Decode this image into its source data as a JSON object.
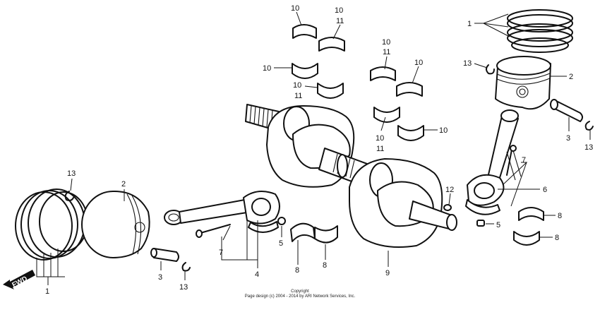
{
  "callouts": {
    "c1_top": "1",
    "c2_top": "2",
    "c3_right": "3",
    "c4": "4",
    "c5_mid": "5",
    "c5_right": "5",
    "c6": "6",
    "c7_left": "7",
    "c7_right": "7",
    "c8_a": "8",
    "c8_b": "8",
    "c8_c": "8",
    "c8_d": "8",
    "c9": "9",
    "c12": "12",
    "c13_top": "13",
    "c13_right": "13",
    "c13_left": "13",
    "c13_bottom": "13",
    "c1_left": "1",
    "c2_left": "2",
    "c3_left": "3",
    "c10_a": "10",
    "c10_b": "10",
    "c11_b": "11",
    "c10_c": "10",
    "c10_d": "10",
    "c11_d": "11",
    "c10_e": "10",
    "c11_e": "11",
    "c10_f": "10",
    "c10_g": "10",
    "c10_h": "10",
    "c11_h": "11"
  },
  "fwd_label": "FWD",
  "copyright": {
    "line1": "Copyright",
    "line2": "Page design (c) 2004 - 2014 by ARI Network Services, Inc."
  }
}
